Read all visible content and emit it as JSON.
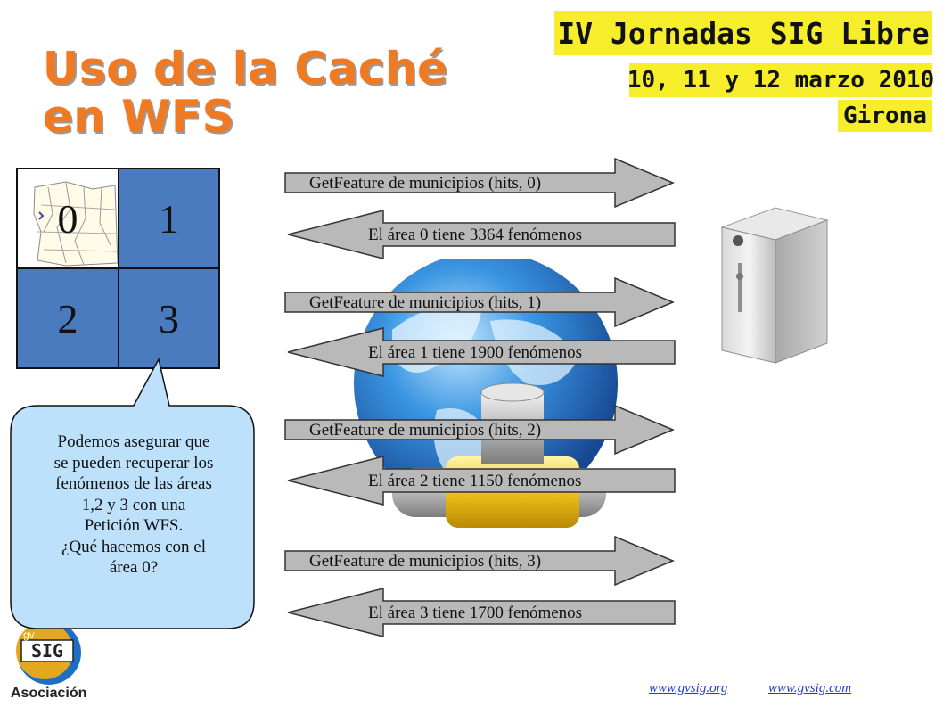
{
  "banner": {
    "line1": "IV Jornadas SIG Libre",
    "line2": "10, 11 y 12 marzo 2010",
    "line3": "Girona"
  },
  "title": {
    "line1": "Uso de la Caché",
    "line2": "en WFS"
  },
  "grid": {
    "cells": [
      "0",
      "1",
      "2",
      "3"
    ]
  },
  "requests": [
    {
      "request": "GetFeature de municipios (hits, 0)",
      "response": "El área 0 tiene 3364 fenómenos"
    },
    {
      "request": "GetFeature de municipios (hits, 1)",
      "response": "El área 1 tiene 1900 fenómenos"
    },
    {
      "request": "GetFeature de municipios (hits, 2)",
      "response": "El área 2 tiene 1150 fenómenos"
    },
    {
      "request": "GetFeature de municipios (hits, 3)",
      "response": "El área 3 tiene 1700 fenómenos"
    }
  ],
  "callout": {
    "lines": [
      "Podemos asegurar que",
      "se pueden recuperar los",
      "fenómenos de las áreas",
      "1,2 y 3 con una",
      "Petición WFS.",
      "¿Qué hacemos con el",
      "área 0?"
    ]
  },
  "logo": {
    "acronym": "SIG",
    "prefix": "gv",
    "caption": "Asociación"
  },
  "footer": {
    "link1": "www.gvsig.org",
    "link2": "www.gvsig.com"
  },
  "colors": {
    "title": "#f07a22",
    "banner": "#f6ee2a",
    "grid_blue": "#4a7bbf",
    "arrow_fill": "#b9b9b9",
    "link": "#1b3fd0",
    "callout_fill": "#bde0fb"
  }
}
